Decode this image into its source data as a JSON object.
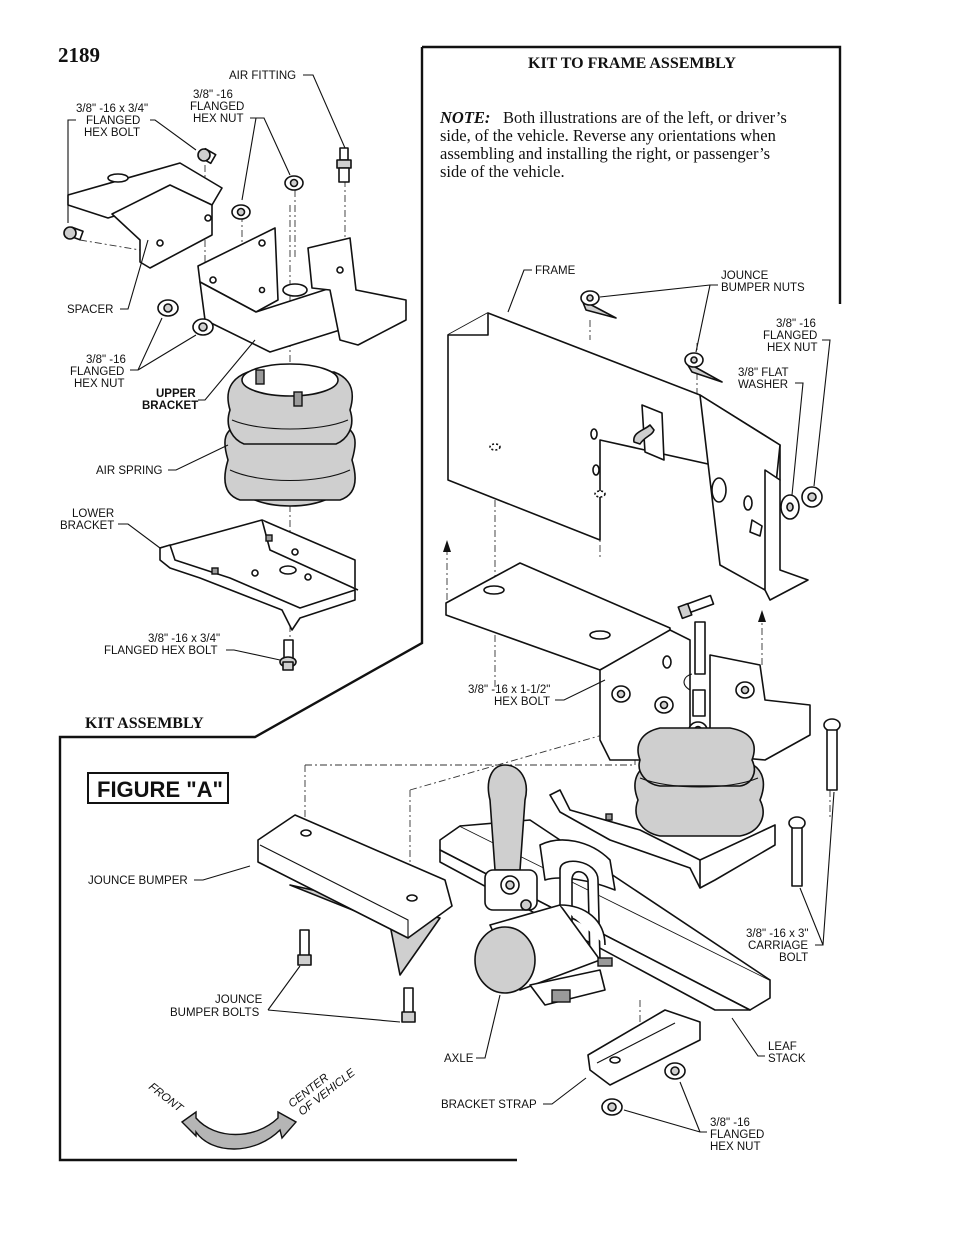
{
  "page_number": "2189",
  "kit_to_frame": {
    "title": "KIT TO FRAME ASSEMBLY",
    "note_label": "NOTE:",
    "note_lines": [
      "Both illustrations are of the left, or driver’s",
      "side, of the vehicle.  Reverse any orientations when",
      "assembling and installing the right, or passenger’s",
      "side of the vehicle."
    ]
  },
  "kit_assembly": {
    "title": "KIT ASSEMBLY",
    "labels": {
      "air_fitting": "AIR FITTING",
      "bolt_top": [
        "3/8\" -16 x 3/4\"",
        "FLANGED",
        "HEX BOLT"
      ],
      "nut_top": [
        "3/8\" -16",
        "FLANGED",
        "HEX NUT"
      ],
      "spacer": "SPACER",
      "nut_mid": [
        "3/8\" -16",
        "FLANGED",
        "HEX NUT"
      ],
      "upper_bracket": [
        "UPPER",
        "BRACKET"
      ],
      "air_spring": "AIR SPRING",
      "lower_bracket": [
        "LOWER",
        "BRACKET"
      ],
      "bolt_bottom": [
        "3/8\" -16 x 3/4\"",
        "FLANGED HEX BOLT"
      ]
    }
  },
  "figure_a": {
    "title": "FIGURE \"A\"",
    "labels": {
      "frame": "FRAME",
      "jounce_bumper_nuts": [
        "JOUNCE",
        "BUMPER NUTS"
      ],
      "nut_right": [
        "3/8\" -16",
        "FLANGED",
        "HEX NUT"
      ],
      "flat_washer": [
        "3/8\" FLAT",
        "WASHER"
      ],
      "hex_bolt": [
        "3/8\" -16 x 1-1/2\"",
        "HEX BOLT"
      ],
      "jounce_bumper": "JOUNCE BUMPER",
      "carriage_bolt": [
        "3/8\" -16 x 3\"",
        "CARRIAGE",
        "BOLT"
      ],
      "jounce_bumper_bolts": [
        "JOUNCE",
        "BUMPER BOLTS"
      ],
      "leaf_stack": [
        "LEAF",
        "STACK"
      ],
      "axle": "AXLE",
      "bracket_strap": "BRACKET STRAP",
      "nut_bottom": [
        "3/8\" -16",
        "FLANGED",
        "HEX NUT"
      ],
      "front": "FRONT",
      "center_of_vehicle": [
        "CENTER",
        "OF VEHICLE"
      ]
    }
  }
}
